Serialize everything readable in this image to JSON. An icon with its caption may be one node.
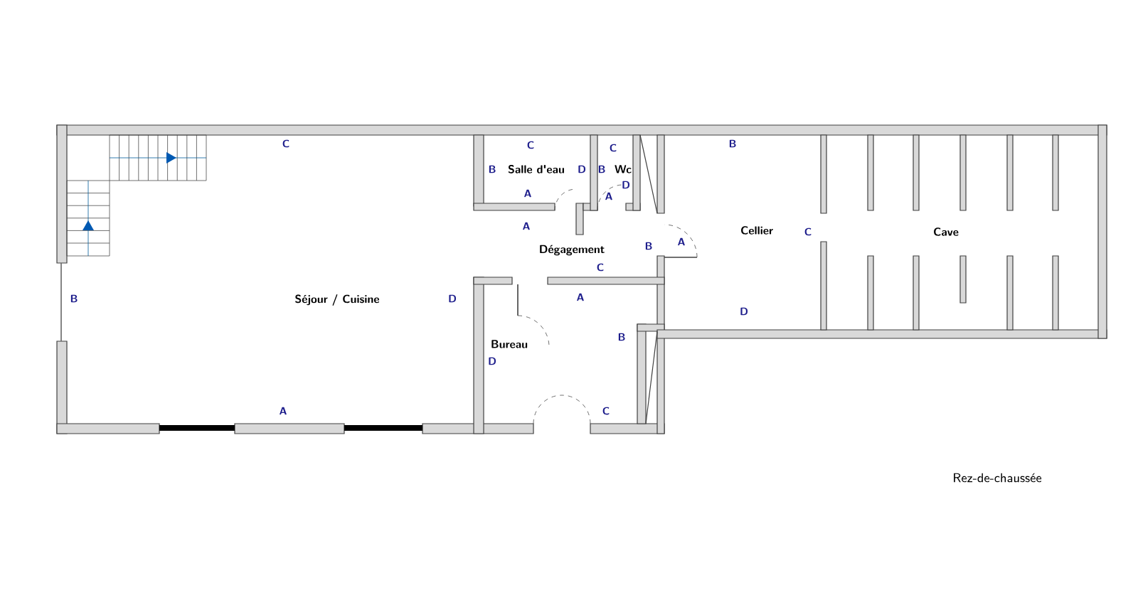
{
  "diagram": {
    "caption": "Rez-de-chaussée",
    "nodes": [
      {
        "text": [
          "Séjour / Cuisine"
        ]
      },
      {
        "text": [
          "Salle d'eau"
        ]
      },
      {
        "text": [
          "Wc"
        ]
      },
      {
        "text": [
          "Dégagement"
        ]
      },
      {
        "text": [
          "Bureau"
        ]
      },
      {
        "text": [
          "Cellier"
        ]
      },
      {
        "text": [
          "Cave"
        ]
      }
    ],
    "labels": [
      "C",
      "C",
      "C",
      "B",
      "B",
      "D",
      "B",
      "D",
      "A",
      "A",
      "A",
      "B",
      "A",
      "C",
      "C",
      "B",
      "D",
      "A",
      "D",
      "B",
      "D",
      "A",
      "C"
    ]
  }
}
